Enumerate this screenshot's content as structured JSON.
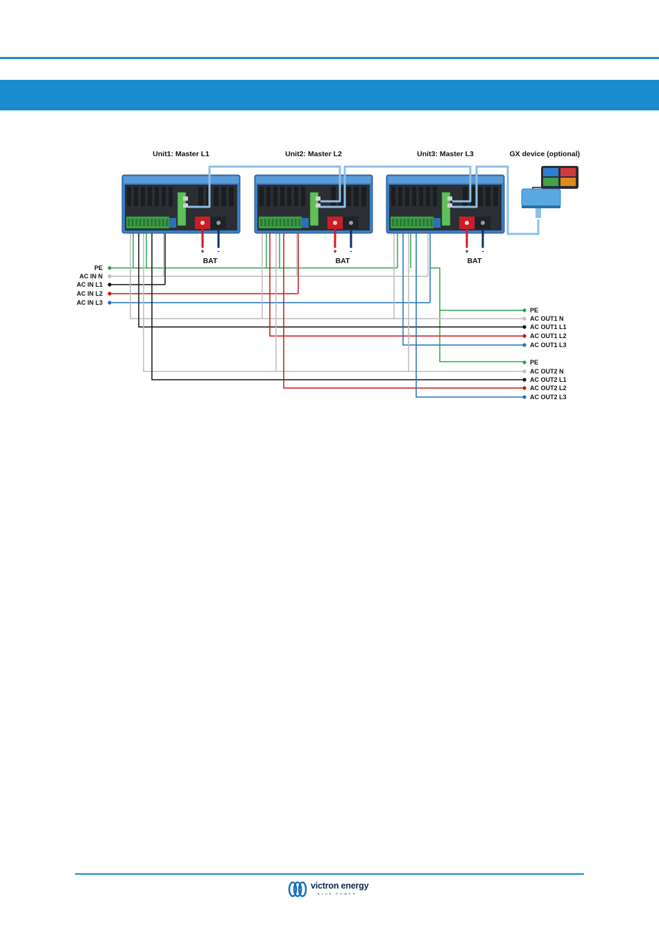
{
  "units": [
    {
      "title": "Unit1: Master L1",
      "bat_label": "BAT"
    },
    {
      "title": "Unit2: Master L2",
      "bat_label": "BAT"
    },
    {
      "title": "Unit3: Master L3",
      "bat_label": "BAT"
    }
  ],
  "gx_title": "GX device (optional)",
  "polarity": {
    "plus": "+",
    "minus": "-"
  },
  "ac_in": [
    {
      "label": "PE",
      "color": "#2aa84a"
    },
    {
      "label": "AC IN N",
      "color": "#bcbcbc"
    },
    {
      "label": "AC IN L1",
      "color": "#111111"
    },
    {
      "label": "AC IN L2",
      "color": "#c8141c"
    },
    {
      "label": "AC IN L3",
      "color": "#1a72c0"
    }
  ],
  "ac_out1": [
    {
      "label": "PE",
      "color": "#2aa84a"
    },
    {
      "label": "AC OUT1 N",
      "color": "#bcbcbc"
    },
    {
      "label": "AC OUT1 L1",
      "color": "#111111"
    },
    {
      "label": "AC OUT1 L2",
      "color": "#c8141c"
    },
    {
      "label": "AC OUT1 L3",
      "color": "#1a72c0"
    }
  ],
  "ac_out2": [
    {
      "label": "PE",
      "color": "#2aa84a"
    },
    {
      "label": "AC OUT2 N",
      "color": "#bcbcbc"
    },
    {
      "label": "AC OUT2 L1",
      "color": "#111111"
    },
    {
      "label": "AC OUT2 L2",
      "color": "#c8141c"
    },
    {
      "label": "AC OUT2 L3",
      "color": "#1a72c0"
    }
  ],
  "colors": {
    "accent": "#1a8ccf",
    "vebus": "#8fbfe6",
    "bat_pos": "#d11a24",
    "bat_neg": "#0f2a6b"
  },
  "footer": {
    "brand": "victron energy",
    "tagline": "BLUE POWER"
  }
}
